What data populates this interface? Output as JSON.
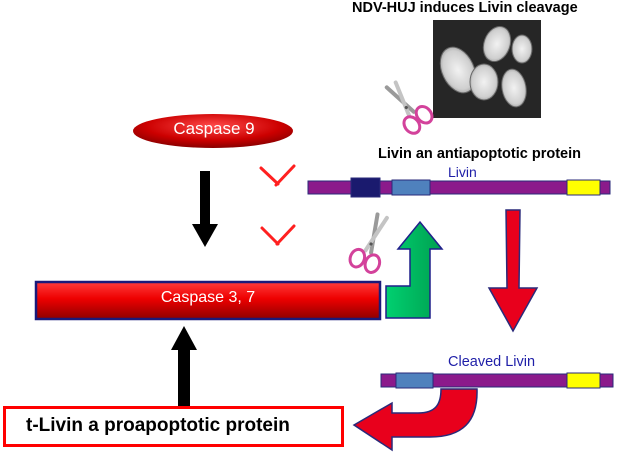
{
  "title": "NDV-HUJ induces Livin cleavage",
  "livin_heading": "Livin an antiapoptotic protein",
  "livin_label": "Livin",
  "cleaved_livin_label": "Cleaved Livin",
  "caspase9_label": "Caspase 9",
  "caspase37_label": "Caspase 3, 7",
  "tlivin_label": "t-Livin a proapoptotic protein",
  "colors": {
    "protein_bar": "#8b1a8b",
    "domain_navy": "#1a1a6e",
    "domain_blue": "#4f81bd",
    "domain_yellow": "#ffff00",
    "arrow_red": "#e8001c",
    "arrow_green": "#00c060",
    "inhibitor_red": "#ff2020",
    "caspase_red": "#cc0000",
    "label_blue": "#1f1fa8"
  },
  "icons": [
    "virus-particles-image",
    "scissors-icon",
    "inhibition-t-bar-icon"
  ]
}
